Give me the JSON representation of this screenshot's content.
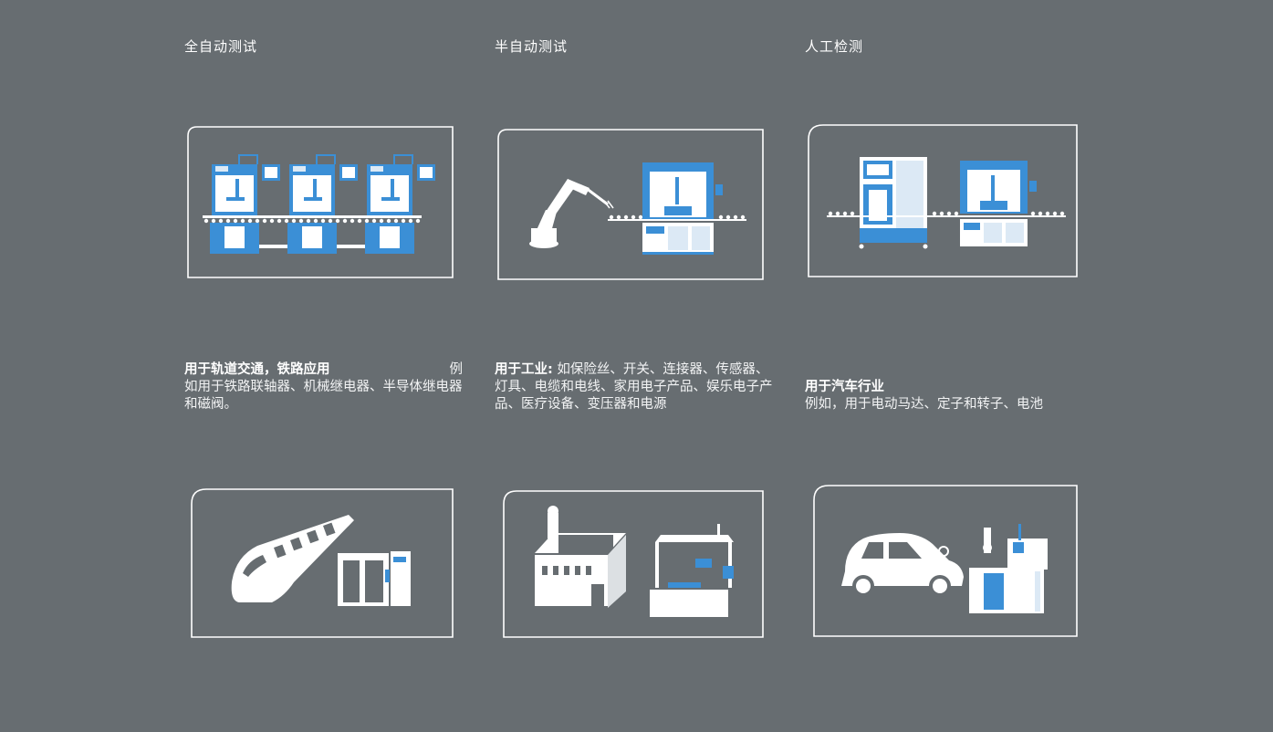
{
  "colors": {
    "background": "#676d71",
    "accent": "#3b8fd6",
    "line": "#ffffff"
  },
  "columns": [
    {
      "title": "全自动测试",
      "top_illustration": "automated-production-line-icon",
      "desc_lead": "用于轨道交通，铁路应用",
      "desc_lead_tail": "例",
      "desc_body": "如用于铁路联轴器、机械继电器、半导体继电器和磁阀。",
      "bottom_illustration": "train-icon"
    },
    {
      "title": "半自动测试",
      "top_illustration": "robot-arm-test-station-icon",
      "desc_inline": "用于工业:",
      "desc_body": " 如保险丝、开关、连接器、传感器、灯具、电缆和电线、家用电子产品、娱乐电子产品、医疗设备、变压器和电源",
      "bottom_illustration": "factory-icon"
    },
    {
      "title": "人工检测",
      "top_illustration": "manual-inspection-station-icon",
      "desc_lead": "用于汽车行业",
      "desc_body": "例如，用于电动马达、定子和转子、电池",
      "bottom_illustration": "car-icon"
    }
  ]
}
